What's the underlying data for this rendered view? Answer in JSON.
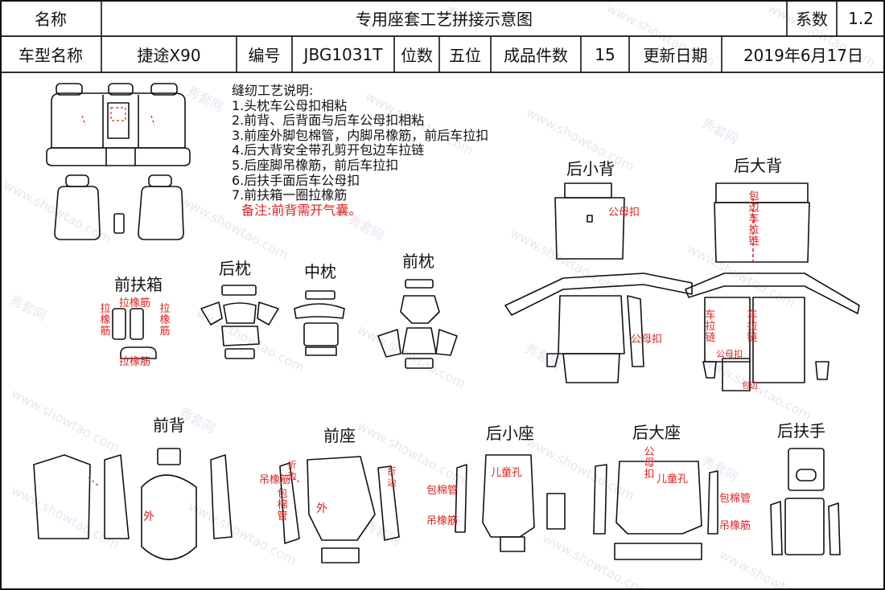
{
  "header": {
    "name_label": "名称",
    "title": "专用座套工艺拼接示意图",
    "coef_label": "系数",
    "coef_value": "1.2",
    "model_label": "车型名称",
    "model_value": "捷途X90",
    "code_label": "编号",
    "code_value": "JBG1031T",
    "seats_label": "位数",
    "seats_value": "五位",
    "pieces_label": "成品件数",
    "pieces_value": "15",
    "date_label": "更新日期",
    "date_value": "2019年6月17日"
  },
  "notes": {
    "heading": "缝纫工艺说明:",
    "items": [
      "1.头枕车公母扣相粘",
      "2.前背、后背面与后车公母扣相粘",
      "3.前座外脚包棉管，内脚吊橡筋，前后车拉扣",
      "4.后大背安全带孔剪开包边车拉链",
      "5.后座脚吊橡筋，前后车拉扣",
      "6.后扶手面后车公母扣",
      "7.前扶箱一圈拉橡筋"
    ],
    "remark": "备注:前背需开气囊。"
  },
  "sections": {
    "front_armbox": "前扶箱",
    "rear_headrest": "后枕",
    "mid_headrest": "中枕",
    "front_headrest": "前枕",
    "rear_small_back": "后小背",
    "rear_big_back": "后大背",
    "front_back": "前背",
    "front_seat": "前座",
    "rear_small_seat": "后小座",
    "rear_big_seat": "后大座",
    "rear_armrest": "后扶手"
  },
  "annotations": {
    "pull_elastic": "拉橡筋",
    "pull_v": "拉橡筋",
    "snap": "公母扣",
    "edge_zip": "包边车拉链",
    "zip": "车拉链",
    "bind": "包边",
    "outer": "外",
    "fold": "折边",
    "hang_elastic": "吊橡筋",
    "cotton_tube": "包棉管",
    "child_hole": "儿童孔",
    "snap_v": "公母扣"
  },
  "watermark": {
    "text": "www.showtao.com",
    "brand": "秀套网"
  },
  "colors": {
    "line": "#111111",
    "annotation": "#e0201f",
    "watermark": "#d9cfe6"
  }
}
